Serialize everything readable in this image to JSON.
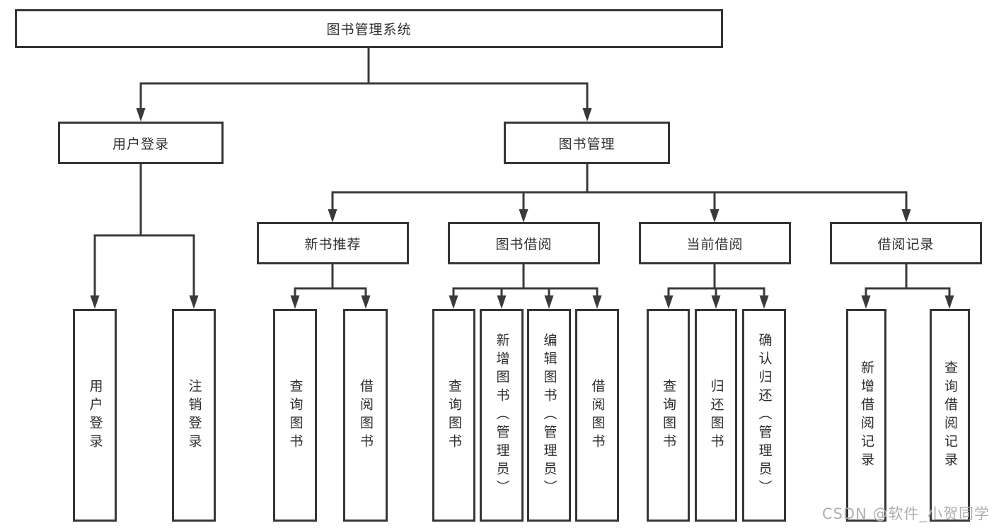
{
  "diagram": {
    "root": {
      "label": "图书管理系统"
    },
    "level2": [
      {
        "label": "用户登录"
      },
      {
        "label": "图书管理"
      }
    ],
    "level3": [
      {
        "label": "新书推荐"
      },
      {
        "label": "图书借阅"
      },
      {
        "label": "当前借阅"
      },
      {
        "label": "借阅记录"
      }
    ],
    "leaves": [
      {
        "parent": "用户登录",
        "label": "用户登录"
      },
      {
        "parent": "用户登录",
        "label": "注销登录"
      },
      {
        "parent": "新书推荐",
        "label": "查询图书"
      },
      {
        "parent": "新书推荐",
        "label": "借阅图书"
      },
      {
        "parent": "图书借阅",
        "label": "查询图书"
      },
      {
        "parent": "图书借阅",
        "label": "新增图书（管理员）"
      },
      {
        "parent": "图书借阅",
        "label": "编辑图书（管理员）"
      },
      {
        "parent": "图书借阅",
        "label": "借阅图书"
      },
      {
        "parent": "当前借阅",
        "label": "查询图书"
      },
      {
        "parent": "当前借阅",
        "label": "归还图书"
      },
      {
        "parent": "当前借阅",
        "label": "确认归还（管理员）"
      },
      {
        "parent": "借阅记录",
        "label": "新增借阅记录"
      },
      {
        "parent": "借阅记录",
        "label": "查询借阅记录"
      }
    ],
    "colors": {
      "line": "#3a3a3a",
      "border": "#363636",
      "text": "#2e2e2e",
      "background": "#ffffff"
    }
  },
  "watermark": {
    "text": "CSDN @软件_小贺同学"
  }
}
